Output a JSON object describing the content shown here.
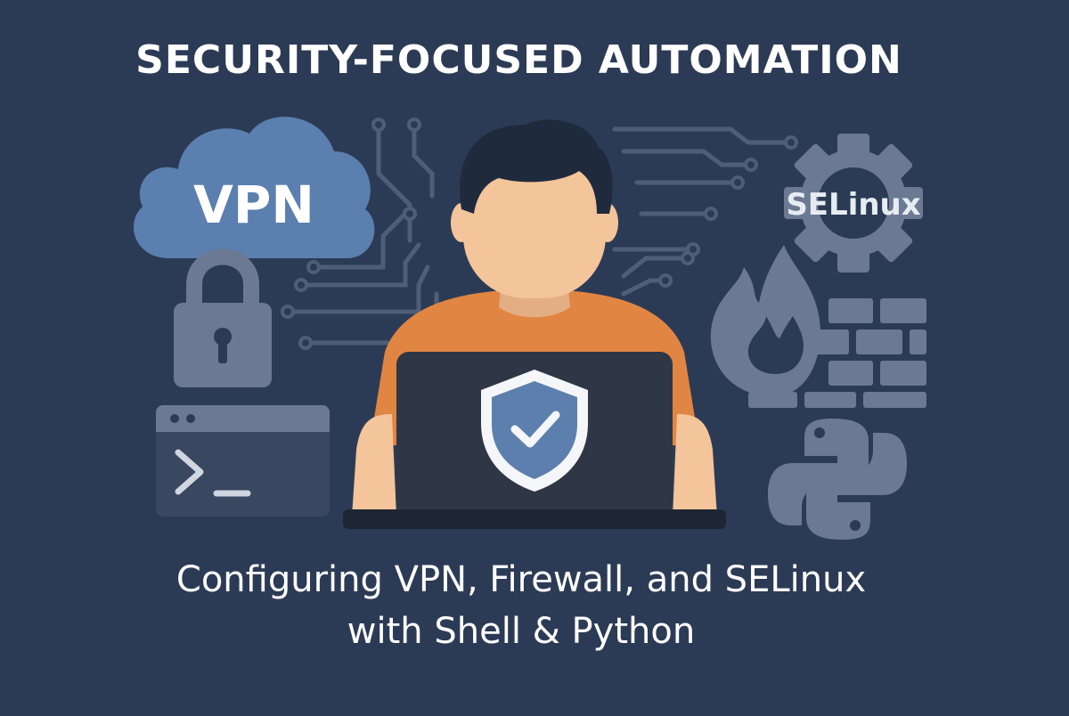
{
  "title": "SECURITY-FOCUSED AUTOMATION",
  "subtitle": {
    "line1": "Configuring VPN, Firewall, and SELinux",
    "line2": "with Shell & Python"
  },
  "icons": {
    "cloud": {
      "label": "VPN",
      "name": "cloud-icon"
    },
    "gear": {
      "label": "SELinux",
      "name": "gear-icon"
    },
    "terminal": {
      "prompt": ">_",
      "name": "terminal-icon"
    },
    "padlock": {
      "name": "padlock-icon"
    },
    "firewall": {
      "name": "firewall-icon"
    },
    "python": {
      "name": "python-logo-icon"
    },
    "shield": {
      "name": "shield-check-icon"
    },
    "person": {
      "name": "person-illustration"
    },
    "laptop": {
      "name": "laptop-icon"
    }
  },
  "colors": {
    "background": "#2c3b55",
    "icon_gray": "#6b7a92",
    "cloud_blue": "#5b7faf",
    "shirt_orange": "#e08542",
    "skin": "#f4c49a",
    "hair": "#1f2a3c",
    "laptop": "#2f3645",
    "shield_blue": "#5d7fad"
  }
}
